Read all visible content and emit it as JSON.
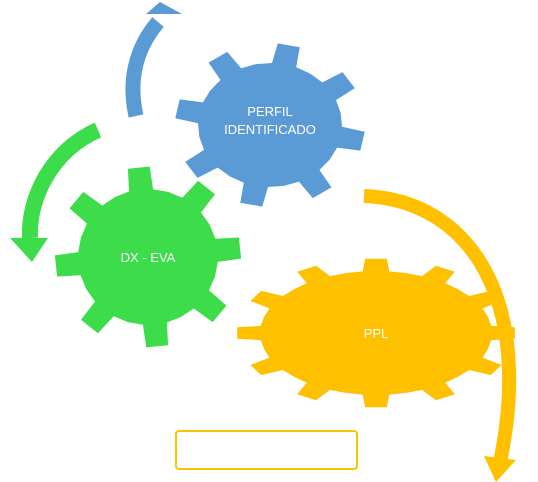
{
  "gears": {
    "profile": {
      "label_line1": "PERFIL",
      "label_line2": "IDENTIFICADO",
      "color": "#5B9BD5"
    },
    "dx": {
      "label": "DX - EVA",
      "color": "#3DDC4B"
    },
    "ppl": {
      "label": "PPL",
      "color": "#FFC000"
    }
  },
  "arrows": {
    "blue": "#5B9BD5",
    "green": "#3DDC4B",
    "orange": "#FFC000"
  },
  "empty_box": {
    "border_color": "#F7C600"
  }
}
